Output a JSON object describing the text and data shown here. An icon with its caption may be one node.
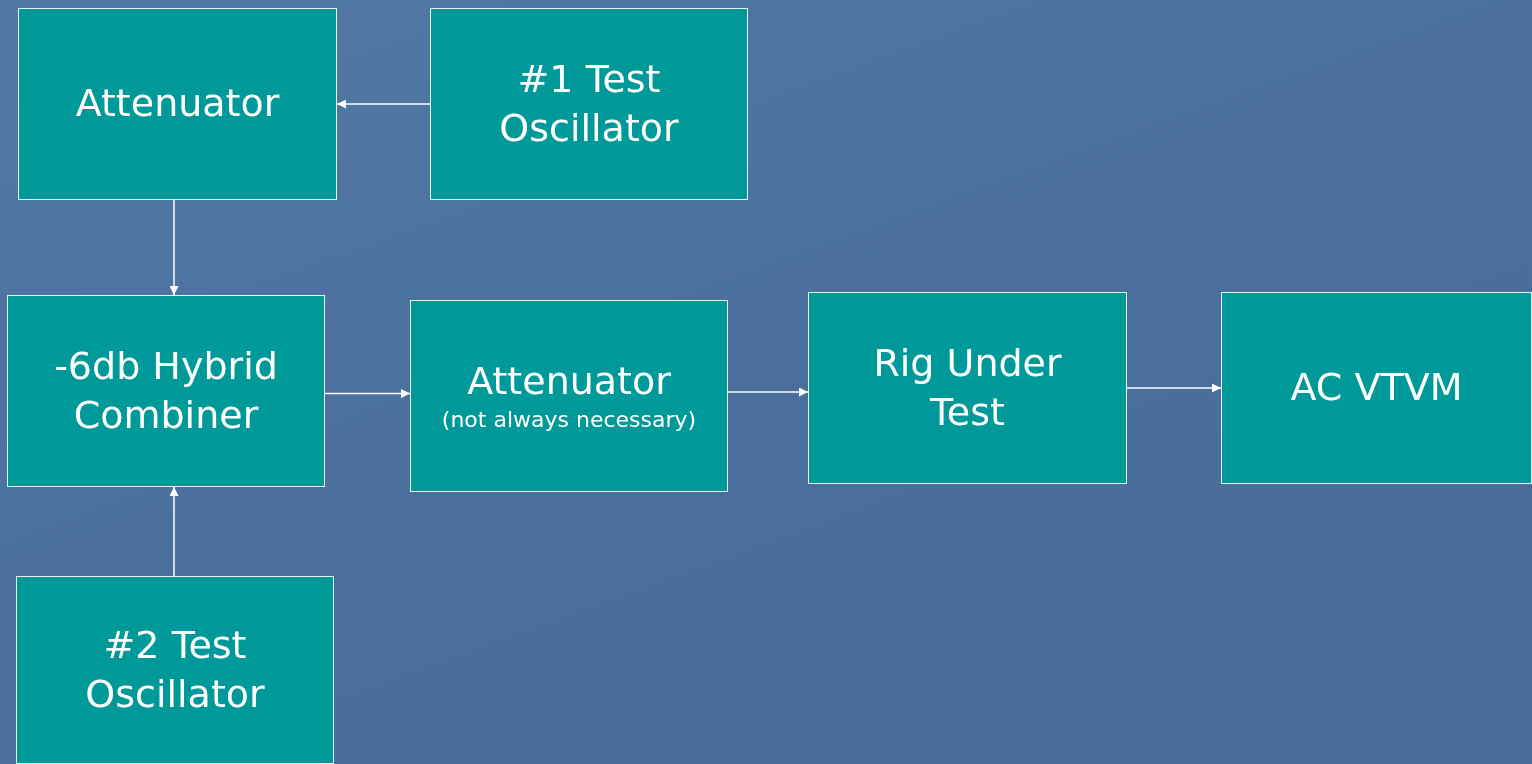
{
  "diagram": {
    "nodes": [
      {
        "text": [
          "Attenuator"
        ]
      },
      {
        "text": [
          "#1 Test Oscillator"
        ]
      },
      {
        "text": [
          "-6db Hybrid Combiner"
        ]
      },
      {
        "text": [
          "Attenuator",
          "(not always necessary)"
        ]
      },
      {
        "text": [
          "Rig Under Test"
        ]
      },
      {
        "text": [
          "AC VTVM"
        ]
      },
      {
        "text": [
          "#2 Test Oscillator"
        ]
      }
    ],
    "edges": [
      {
        "from": 1,
        "to": 0,
        "arrow": "to"
      },
      {
        "from": 0,
        "to": 2,
        "arrow": "to"
      },
      {
        "from": 6,
        "to": 2,
        "arrow": "to"
      },
      {
        "from": 2,
        "to": 3,
        "arrow": "to"
      },
      {
        "from": 3,
        "to": 4,
        "arrow": "to"
      },
      {
        "from": 4,
        "to": 5,
        "arrow": "to"
      }
    ]
  }
}
